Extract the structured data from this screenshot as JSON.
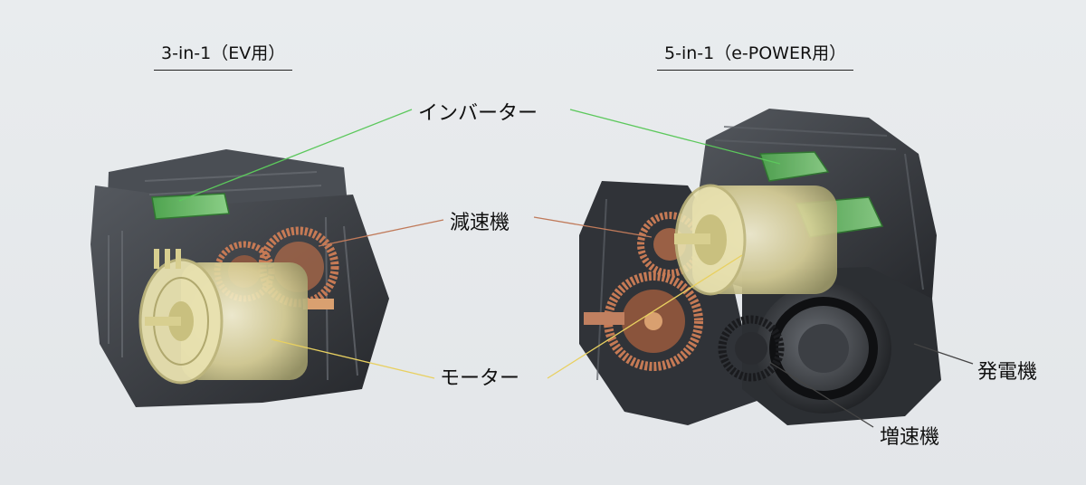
{
  "headings": {
    "left": "3-in-1（EV用）",
    "right": "5-in-1（e-POWER用）"
  },
  "labels": {
    "inverter": "インバーター",
    "reducer": "減速機",
    "motor": "モーター",
    "generator": "発電機",
    "speed_increaser": "増速機"
  },
  "colors": {
    "inverter_line": "#5cc85c",
    "reducer_line": "#c07a5a",
    "motor_line": "#e8d060",
    "generator_line": "#444444",
    "speed_increaser_line": "#444444",
    "gear": "#c67a55",
    "housing": "#3a3d42"
  }
}
